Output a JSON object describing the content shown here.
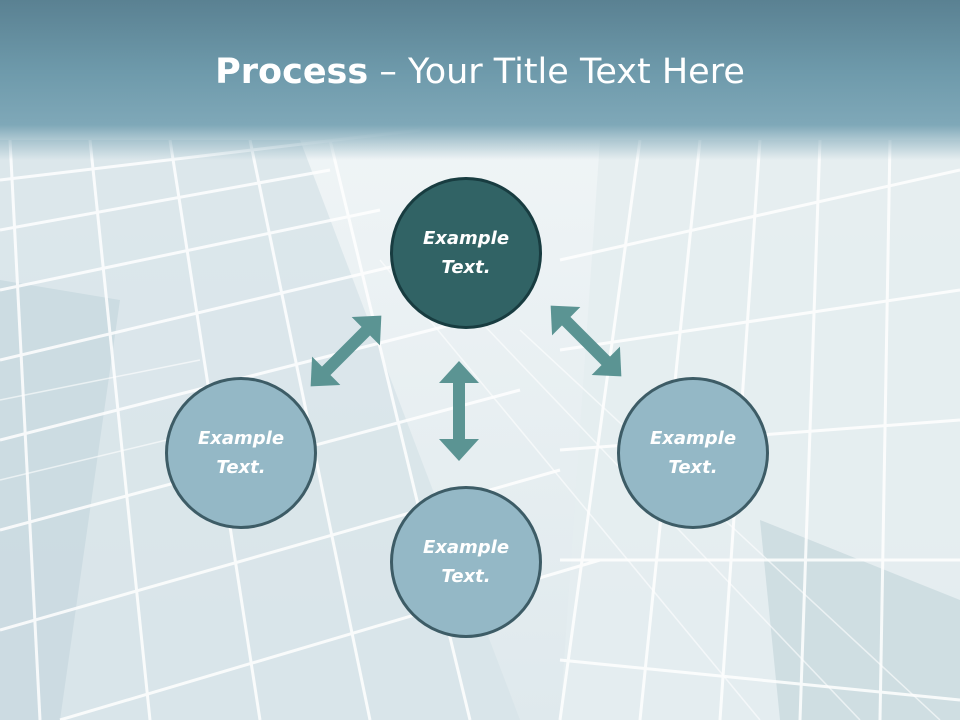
{
  "slide": {
    "title_bold": "Process",
    "title_rest": " – Your Title Text Here"
  },
  "nodes": {
    "top": {
      "line1": "Example",
      "line2": "Text."
    },
    "left": {
      "line1": "Example",
      "line2": "Text."
    },
    "right": {
      "line1": "Example",
      "line2": "Text."
    },
    "bottom": {
      "line1": "Example",
      "line2": "Text."
    }
  },
  "colors": {
    "header": "#6e9aab",
    "node_light": "#94b8c6",
    "node_dark": "#316365",
    "arrow": "#5b9493"
  }
}
